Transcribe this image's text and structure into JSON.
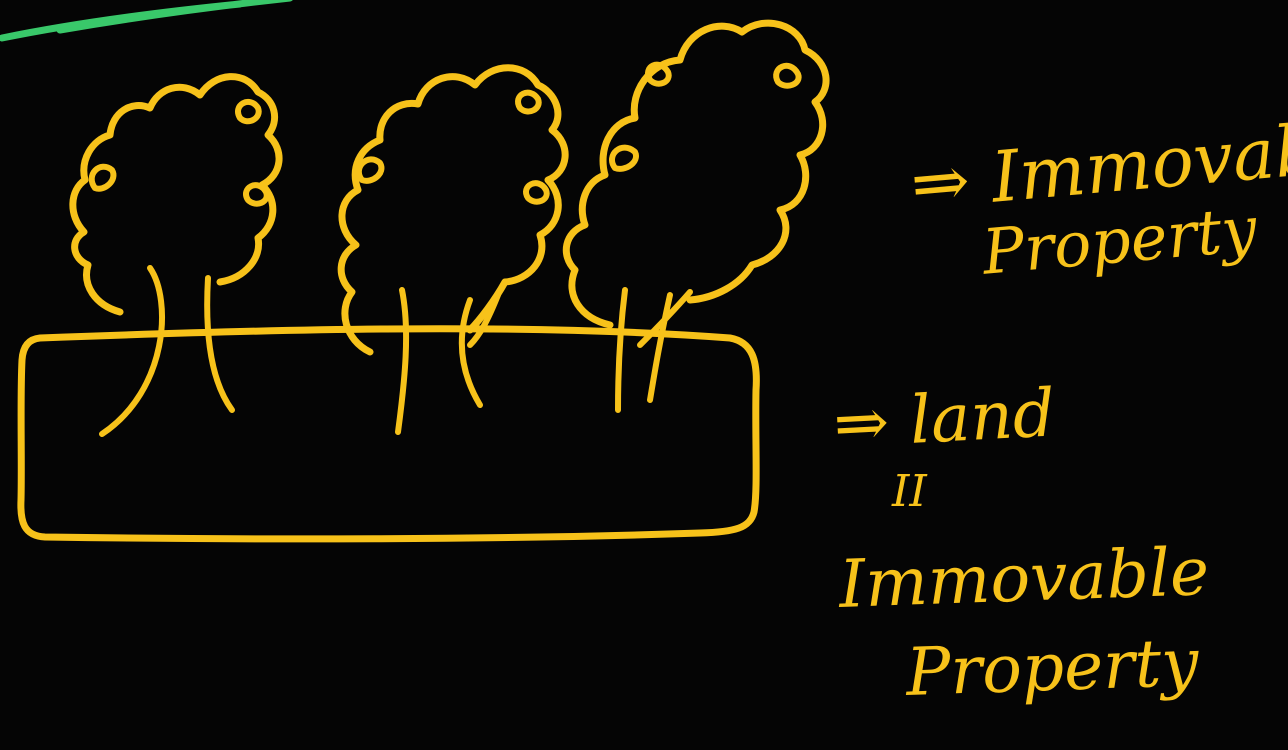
{
  "colors": {
    "background": "#050505",
    "ink_yellow": "#f7c21a",
    "ink_green": "#39c86a"
  },
  "labels": {
    "trees_arrow": "⇒",
    "trees_line1": "Immovable",
    "trees_line2": "Property",
    "land_arrow": "⇒",
    "land_word": "land",
    "equals": "II",
    "land_line1": "Immovable",
    "land_line2": "Property"
  }
}
